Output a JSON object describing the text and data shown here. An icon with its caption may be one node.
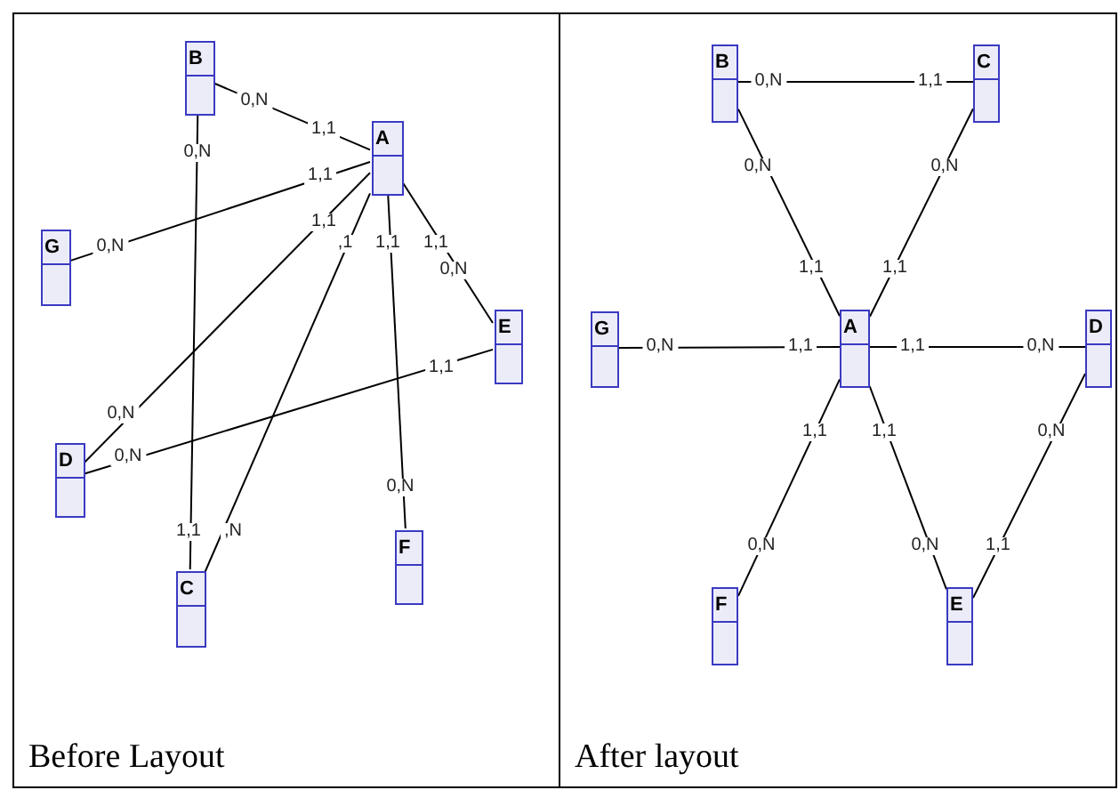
{
  "diagram": {
    "nodes": [
      {
        "text": [
          "Before Layout"
        ]
      },
      {
        "text": [
          "B"
        ],
        "in": 0
      },
      {
        "text": [
          "A"
        ],
        "in": 0
      },
      {
        "text": [
          "G"
        ],
        "in": 0
      },
      {
        "text": [
          "E"
        ],
        "in": 0
      },
      {
        "text": [
          "D"
        ],
        "in": 0
      },
      {
        "text": [
          "F"
        ],
        "in": 0
      },
      {
        "text": [
          "C"
        ],
        "in": 0
      },
      {
        "text": [
          "After layout"
        ]
      },
      {
        "text": [
          "B"
        ],
        "in": 8
      },
      {
        "text": [
          "C"
        ],
        "in": 8
      },
      {
        "text": [
          "G"
        ],
        "in": 8
      },
      {
        "text": [
          "A"
        ],
        "in": 8
      },
      {
        "text": [
          "D"
        ],
        "in": 8
      },
      {
        "text": [
          "F"
        ],
        "in": 8
      },
      {
        "text": [
          "E"
        ],
        "in": 8
      }
    ],
    "edges": [
      {
        "from": 1,
        "to": 2,
        "arrow": "none"
      },
      {
        "from": 1,
        "to": 7,
        "arrow": "none"
      },
      {
        "from": 3,
        "to": 2,
        "arrow": "none"
      },
      {
        "from": 5,
        "to": 2,
        "arrow": "none"
      },
      {
        "from": 7,
        "to": 2,
        "arrow": "none"
      },
      {
        "from": 6,
        "to": 2,
        "arrow": "none"
      },
      {
        "from": 2,
        "to": 4,
        "arrow": "none"
      },
      {
        "from": 4,
        "to": 5,
        "arrow": "none"
      },
      {
        "from": 9,
        "to": 10,
        "arrow": "none"
      },
      {
        "from": 9,
        "to": 12,
        "arrow": "none"
      },
      {
        "from": 10,
        "to": 12,
        "arrow": "none"
      },
      {
        "from": 11,
        "to": 12,
        "arrow": "none"
      },
      {
        "from": 12,
        "to": 13,
        "arrow": "none"
      },
      {
        "from": 12,
        "to": 14,
        "arrow": "none"
      },
      {
        "from": 12,
        "to": 15,
        "arrow": "none"
      },
      {
        "from": 13,
        "to": 15,
        "arrow": "none"
      }
    ],
    "labels": [
      "0,N",
      "1,1",
      "0,N",
      "1,1",
      "1,1",
      "0,N",
      ",1",
      "1,1",
      "1,1",
      "0,N",
      "1,1",
      "0,N",
      "0,N",
      "0,N",
      "1,1",
      ",N",
      "0,N",
      "1,1",
      "0,N",
      "0,N",
      "1,1",
      "1,1",
      "0,N",
      "1,1",
      "1,1",
      "0,N",
      "1,1",
      "1,1",
      "0,N",
      "0,N",
      "0,N",
      "1,1"
    ]
  }
}
